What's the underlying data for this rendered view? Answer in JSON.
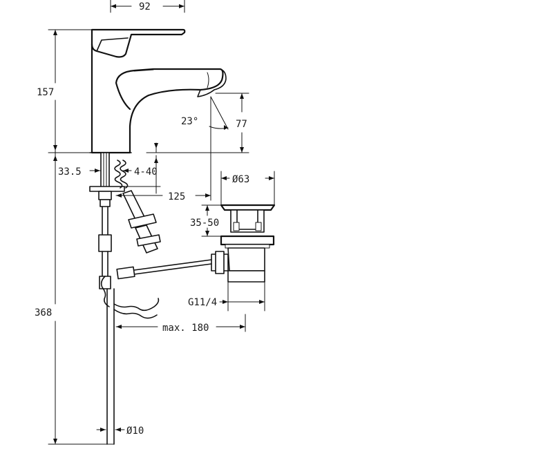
{
  "dimensions": {
    "spout_reach": "92",
    "height_top": "157",
    "spout_angle": "23°",
    "spout_height": "77",
    "hole_diameter": "33.5",
    "deck_thickness": "4-40",
    "waste_diameter": "Ø63",
    "spout_to_waste": "125",
    "waste_range": "35-50",
    "waste_thread": "G11/4",
    "total_height": "368",
    "rod_length": "max. 180",
    "tail_diameter": "Ø10"
  }
}
